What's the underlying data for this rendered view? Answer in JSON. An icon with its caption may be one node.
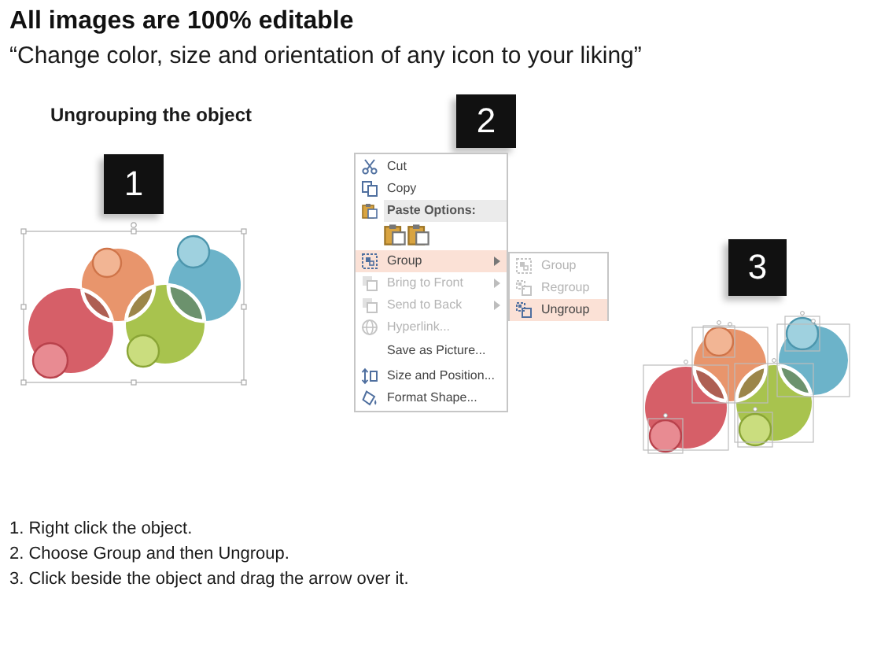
{
  "diagram": {
    "title": "All images are 100% editable",
    "nodes": [
      {
        "text": [
          "1"
        ]
      },
      {
        "text": [
          "2"
        ]
      },
      {
        "text": [
          "Cut",
          "Copy",
          "Paste Options:",
          "Group",
          "Bring to Front",
          "Send to Back",
          "Hyperlink...",
          "Save as Picture...",
          "Size and Position...",
          "Format Shape..."
        ]
      },
      {
        "text": [
          "Group",
          "Regroup",
          "Ungroup"
        ]
      },
      {
        "text": [
          "3"
        ]
      }
    ],
    "labels": [
      "“Change color, size and orientation of any icon to your liking”",
      "Ungrouping the object",
      "1. Right click the object.",
      "2. Choose Group and then Ungroup.",
      "3. Click beside the object and drag the arrow over it."
    ]
  }
}
